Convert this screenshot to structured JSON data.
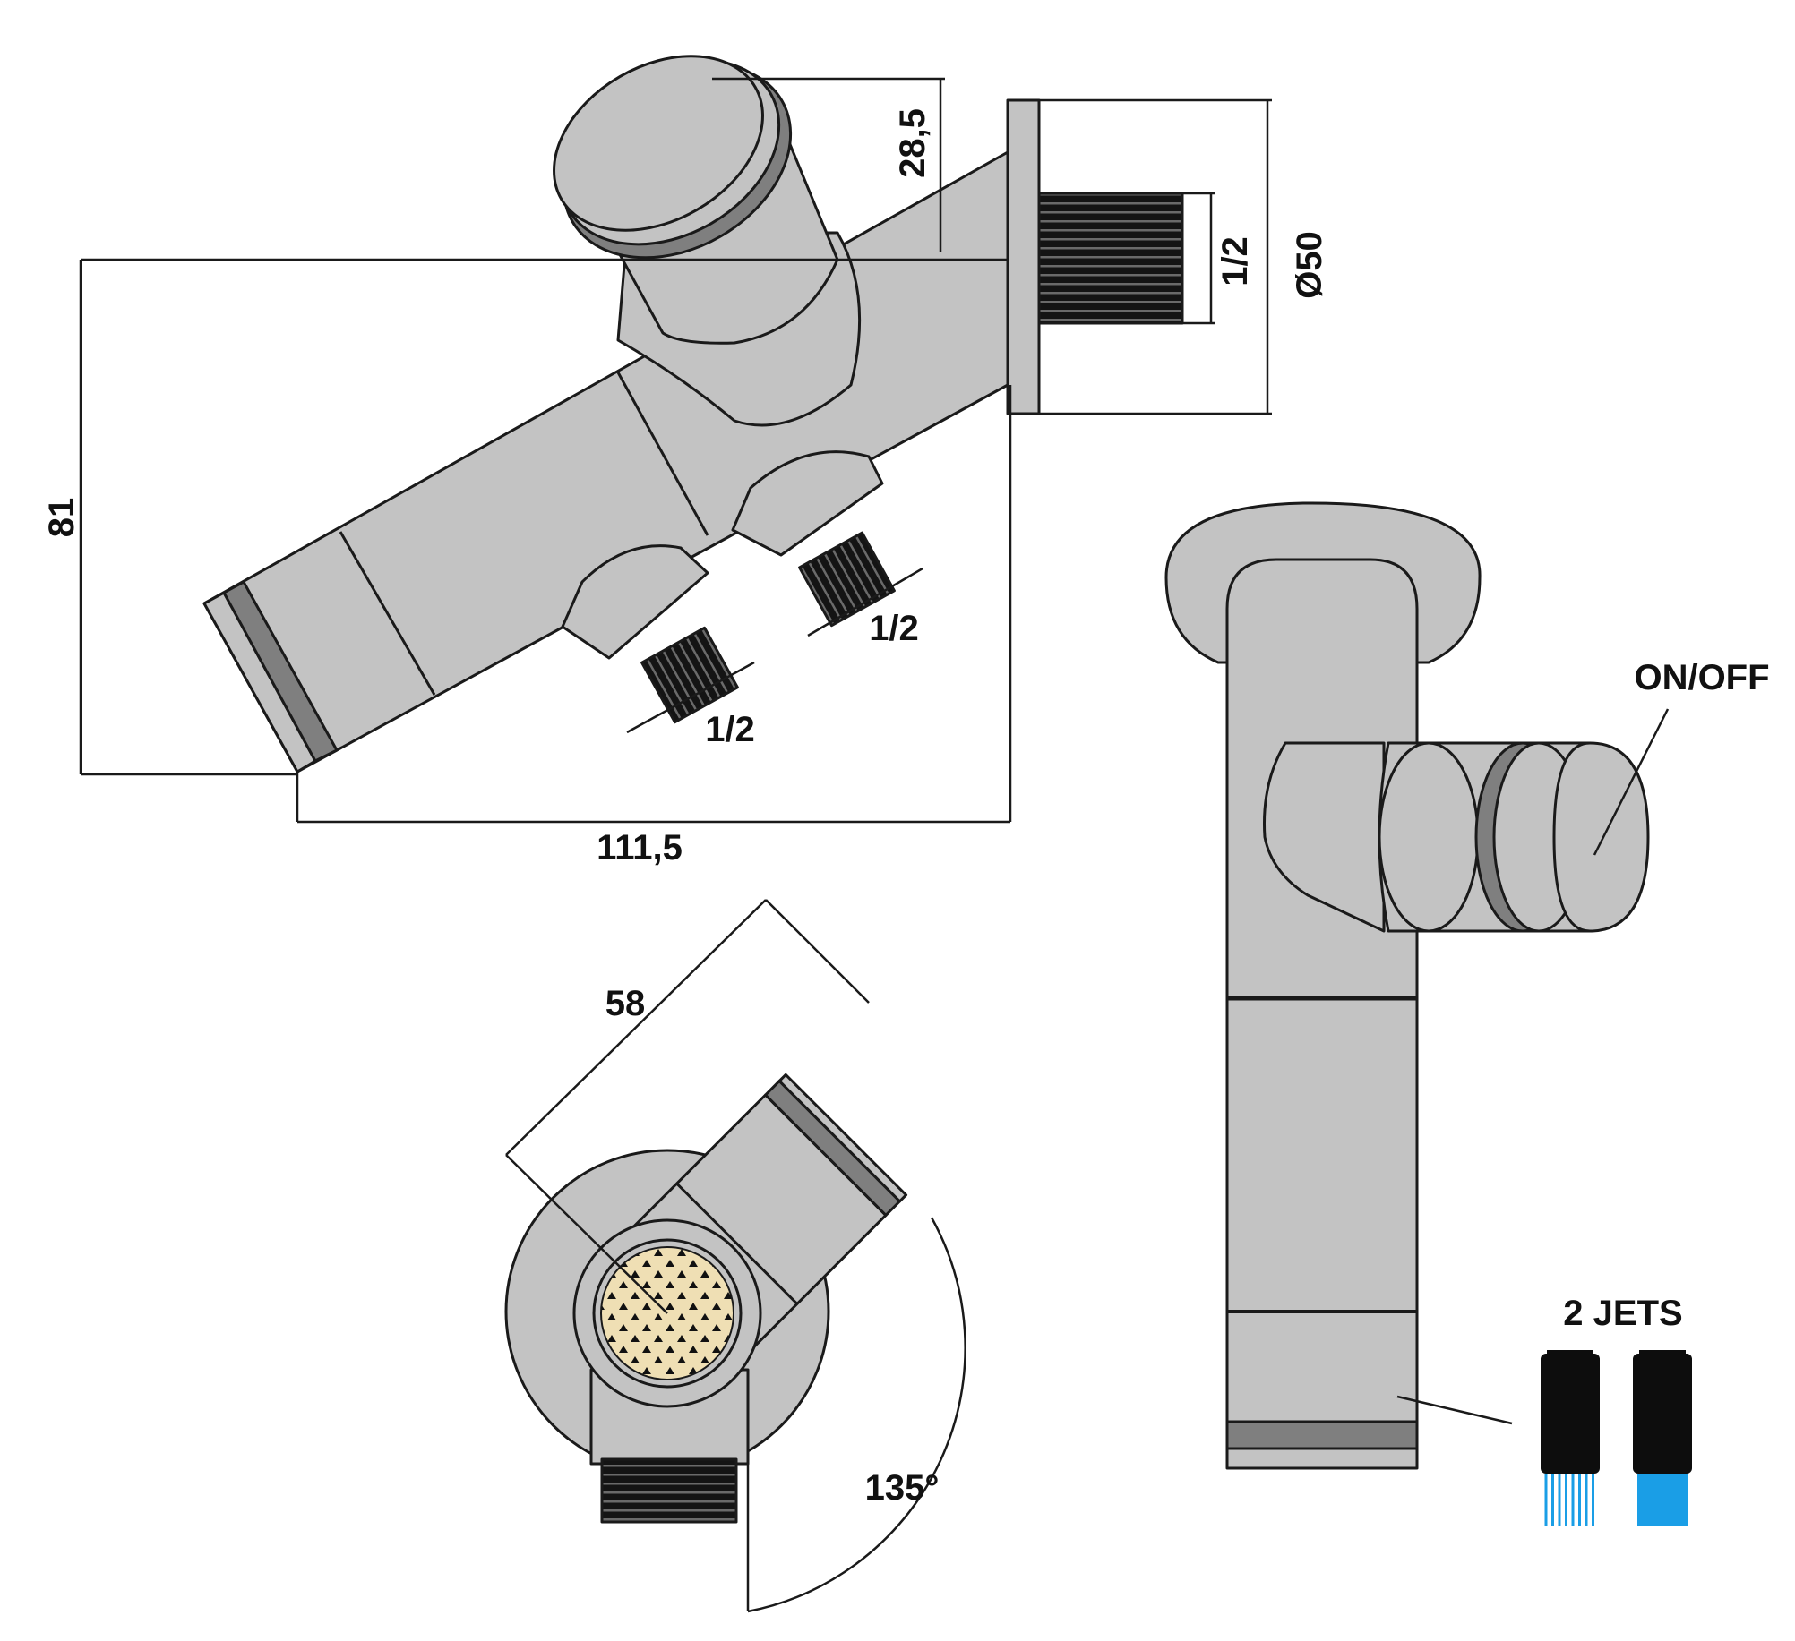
{
  "dimensions": {
    "height_81": "81",
    "length_111_5": "111,5",
    "offset_28_5": "28,5",
    "thread_wall": "1/2",
    "flange_diameter": "Ø50",
    "thread_outlet_left": "1/2",
    "thread_outlet_right": "1/2",
    "length_58": "58",
    "angle_135": "135°"
  },
  "labels": {
    "on_off": "ON/OFF",
    "two_jets": "2 JETS"
  },
  "colors": {
    "body": "#c3c3c3",
    "band": "#7f7f7f",
    "thread": "#141414",
    "mesh": "#efdfb4",
    "jet_blue": "#1a9ee6",
    "nozzle": "#0d0d0d"
  },
  "icons": {
    "mesh_filter": "triangle-mesh-icon",
    "spray_jets": "multi-jet-icon",
    "stream_jet": "single-jet-icon"
  }
}
